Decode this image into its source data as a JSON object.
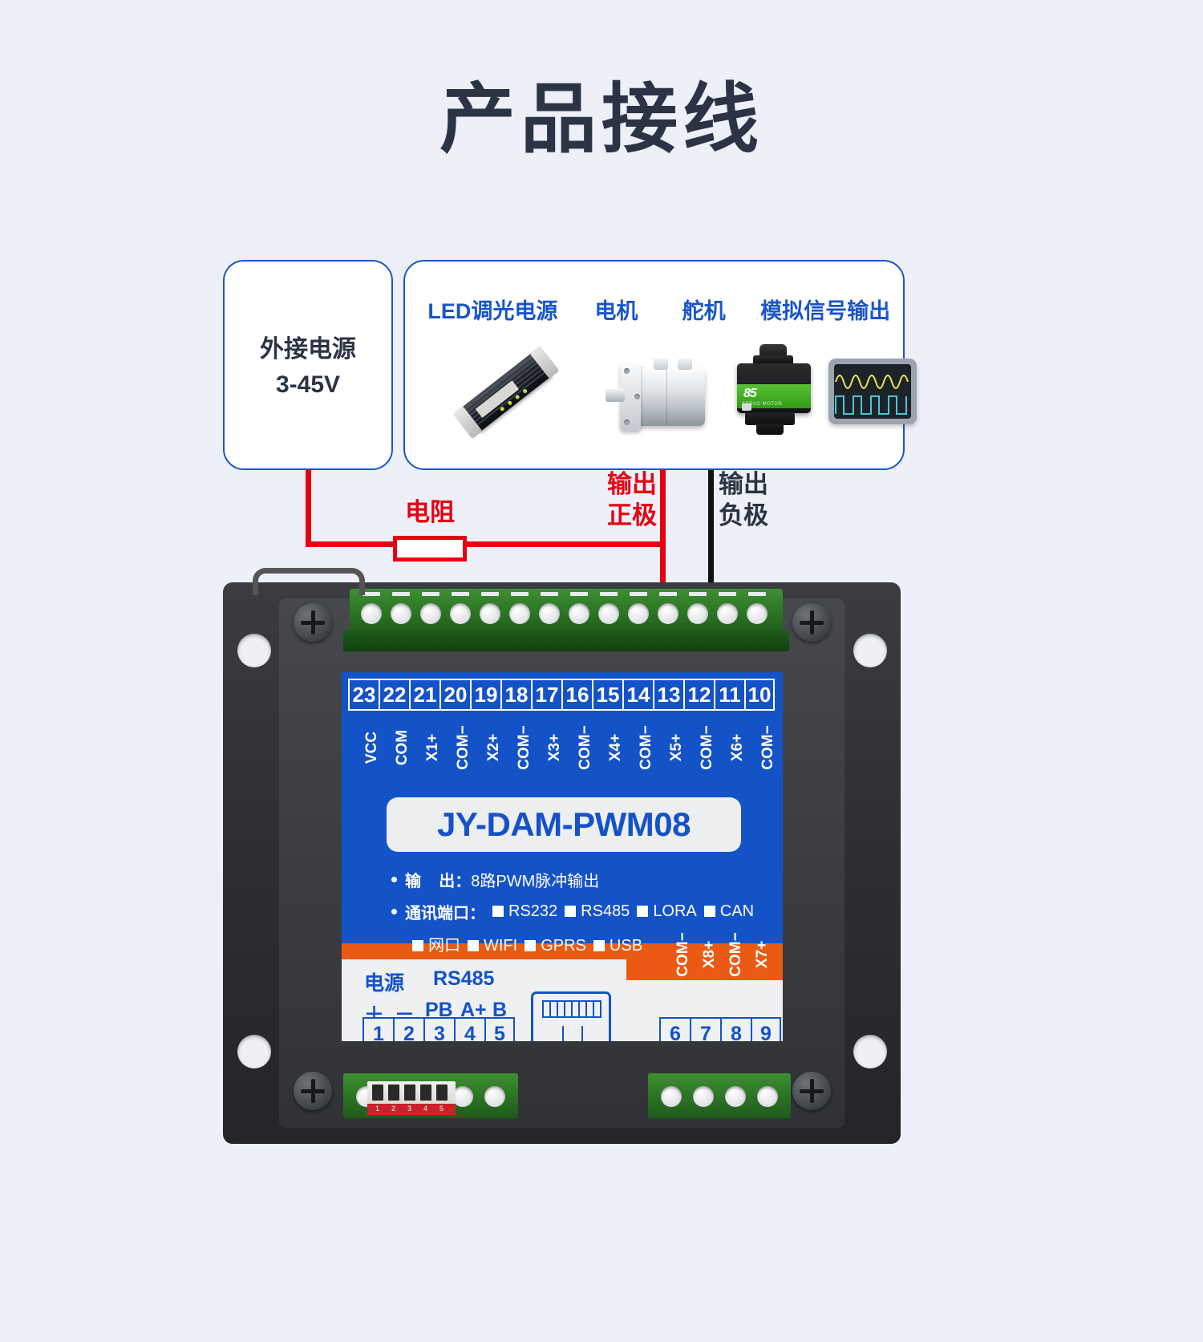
{
  "title": "产品接线",
  "power_box": {
    "line1": "外接电源",
    "line2": "3-45V"
  },
  "load_box": {
    "labels": [
      "LED调光电源",
      "电机",
      "舵机",
      "模拟信号输出"
    ],
    "icons": [
      "led-driver-image",
      "motor-image",
      "servo-image",
      "oscilloscope-image"
    ]
  },
  "wire_labels": {
    "resistor": "电阻",
    "output_positive": [
      "输出",
      "正极"
    ],
    "output_negative": [
      "输出",
      "负极"
    ],
    "positive_color": "#e60012",
    "negative_color": "#2b3344"
  },
  "device": {
    "model": "JY-DAM-PWM08",
    "top_terminals": {
      "numbers": [
        "23",
        "22",
        "21",
        "20",
        "19",
        "18",
        "17",
        "16",
        "15",
        "14",
        "13",
        "12",
        "11",
        "10"
      ],
      "signals": [
        "VCC",
        "COM",
        "X1+",
        "COM−",
        "X2+",
        "COM−",
        "X3+",
        "COM−",
        "X4+",
        "COM−",
        "X5+",
        "COM−",
        "X6+",
        "COM−"
      ]
    },
    "spec": {
      "output_key": "输    出：",
      "output_value": "8路PWM脉冲输出",
      "port_key": "通讯端口：",
      "ports_row1": [
        "RS232",
        "RS485",
        "LORA",
        "CAN"
      ],
      "ports_row2": [
        "网口",
        "WIFI",
        "GPRS",
        "USB"
      ]
    },
    "bottom": {
      "group1_title": "电源",
      "group2_title": "RS485",
      "symbols": [
        "＋",
        "－",
        "PB",
        "A+",
        "B－"
      ],
      "pins": [
        "1",
        "2",
        "3",
        "4",
        "5"
      ],
      "right_signals": [
        "COM−",
        "X8+",
        "COM−",
        "X7+"
      ],
      "right_pins": [
        "6",
        "7",
        "8",
        "9"
      ],
      "connector": "rj45-jack"
    },
    "dip_numbers": [
      "1",
      "2",
      "3",
      "4",
      "5"
    ]
  },
  "colors": {
    "background": "#eef0f9",
    "board_blue": "#1452c8",
    "accent_orange": "#eb5a12",
    "box_border_blue": "#1a55c8",
    "title_dark": "#2b3344"
  }
}
